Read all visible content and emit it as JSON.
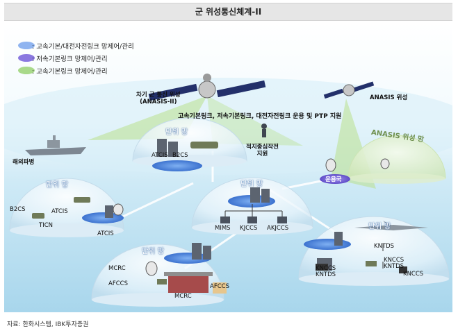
{
  "title": "군 위성통신체계-II",
  "legend": [
    {
      "label": ": 고속기본/대전자전링크 망제어/관리",
      "color": "#8fb4f0"
    },
    {
      "label": ": 저속기본링크 망제어/관리",
      "color": "#8a78e0"
    },
    {
      "label": ": 고속기본링크 망제어/관리",
      "color": "#a9d98a"
    }
  ],
  "satellites": {
    "next_gen": "차기 군 통신 위성\n(ANASIS-II)",
    "anasis": "ANASIS 위성"
  },
  "support_text": "고속기본링크, 저속기본링크, 대전자전링크 운용 및 PTP 지원",
  "overseas": "해외파병",
  "special_ops": "적지종심작전\n지원",
  "operations_station": "운용국",
  "anasis_dome": "ANASIS 위성 망",
  "unit_net_label": "단위 망",
  "nodes": {
    "top_center": [
      "ATCIS",
      "B2CS"
    ],
    "left": [
      "B2CS",
      "ATCIS",
      "TICN",
      "ATCIS"
    ],
    "center": [
      "MIMS",
      "KJCCS",
      "AKJCCS"
    ],
    "bottom_left": [
      "MCRC",
      "AFCCS",
      "MCRC",
      "AFCCS"
    ],
    "right": [
      "KNTDS",
      "KNCCS",
      "KNTDS",
      "KNCCS",
      "KNTDS",
      "KNCCS"
    ]
  },
  "source": "자료: 한화시스템, IBK투자증권",
  "colors": {
    "sky_top": "#ffffff",
    "sky_bottom": "#bfe3f2",
    "sea": "#9fcfe6",
    "dome_blue": "#4f86d9",
    "dome_purple": "#7d6ad6",
    "beam_green": "#b9e08c"
  }
}
